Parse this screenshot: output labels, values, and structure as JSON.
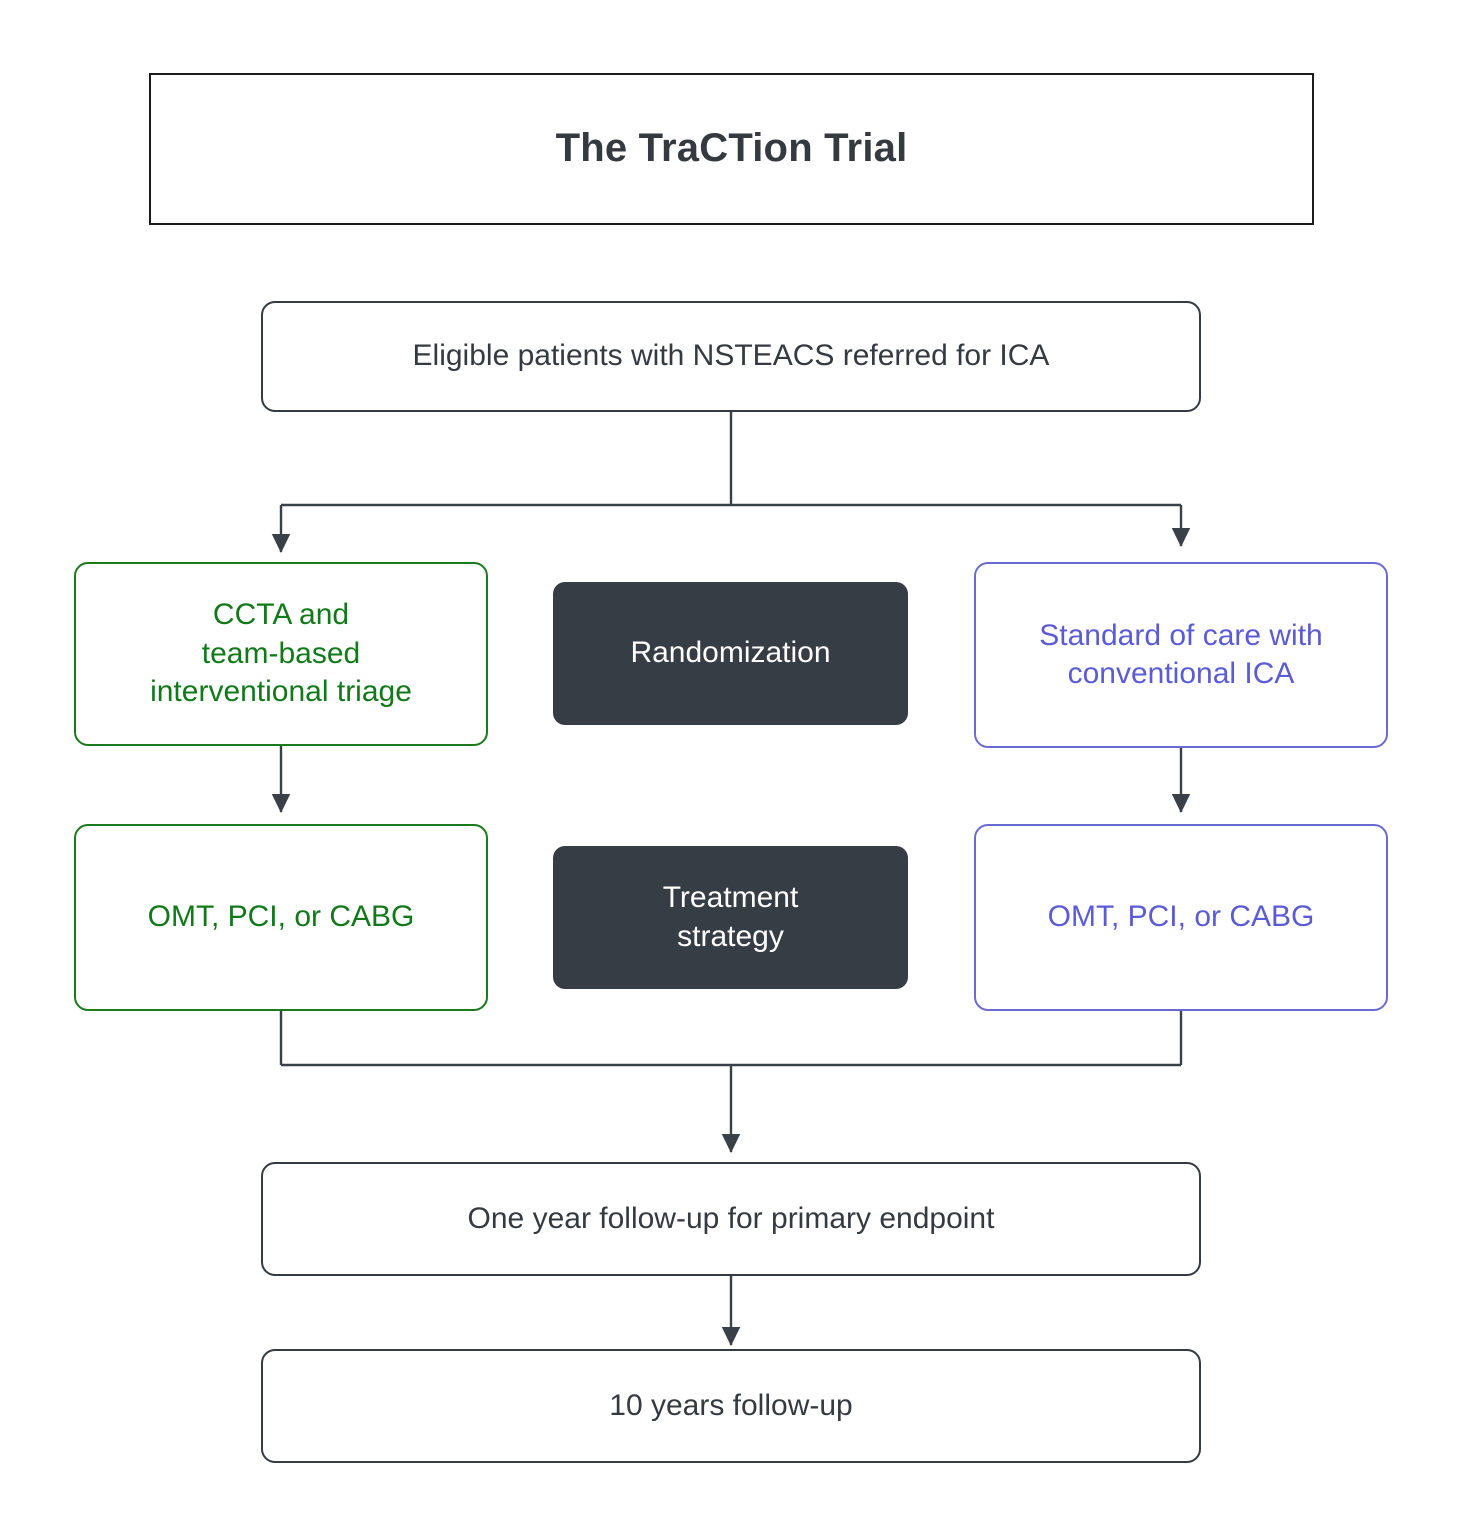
{
  "diagram": {
    "type": "flowchart",
    "title": "The TraCTion Trial",
    "background": "#ffffff",
    "colors": {
      "default_border": "#353b43",
      "default_text": "#343a40",
      "green_arm": "#12791a",
      "green_border": "#1b7a1b",
      "purple_arm": "#5b5bd6",
      "purple_border": "#6a6ad1",
      "stage_fill": "#373d45",
      "stage_text": "#ffffff",
      "connector": "#3a4048"
    },
    "nodes": {
      "title_banner": {
        "text": "The TraCTion Trial"
      },
      "eligible": {
        "text": "Eligible patients with NSTEACS referred for ICA"
      },
      "stage_randomization": {
        "text": "Randomization"
      },
      "stage_treatment": {
        "text": "Treatment\nstrategy"
      },
      "arm_green_top": {
        "text": "CCTA and\nteam-based\ninterventional triage"
      },
      "arm_green_bottom": {
        "text": "OMT, PCI, or CABG"
      },
      "arm_purple_top": {
        "text": "Standard of care with\nconventional ICA"
      },
      "arm_purple_bottom": {
        "text": "OMT, PCI, or CABG"
      },
      "followup_one_year": {
        "text": "One year follow-up for primary endpoint"
      },
      "followup_ten_years": {
        "text": "10 years follow-up"
      }
    },
    "edges": [
      {
        "from": "eligible",
        "to": "arm_green_top",
        "style": "elbow-arrow"
      },
      {
        "from": "eligible",
        "to": "arm_purple_top",
        "style": "elbow-arrow"
      },
      {
        "from": "arm_green_top",
        "to": "arm_green_bottom",
        "style": "straight-arrow"
      },
      {
        "from": "arm_purple_top",
        "to": "arm_purple_bottom",
        "style": "straight-arrow"
      },
      {
        "from": "arm_green_bottom",
        "to": "followup_one_year",
        "style": "merge-arrow"
      },
      {
        "from": "arm_purple_bottom",
        "to": "followup_one_year",
        "style": "merge-arrow"
      },
      {
        "from": "followup_one_year",
        "to": "followup_ten_years",
        "style": "straight-arrow"
      }
    ]
  }
}
